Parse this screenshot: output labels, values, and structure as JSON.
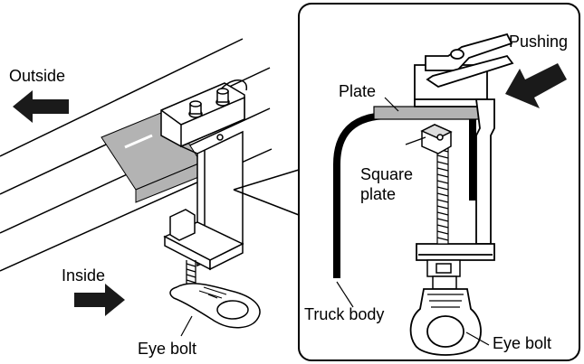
{
  "labels": {
    "outside": "Outside",
    "inside": "Inside",
    "eye_bolt_left": "Eye bolt",
    "pushing": "Pushing",
    "plate": "Plate",
    "square_plate_line1": "Square",
    "square_plate_line2": "plate",
    "truck_body": "Truck body",
    "eye_bolt_right": "Eye bolt"
  },
  "colors": {
    "line": "#000000",
    "plate_fill": "#b3b3b3",
    "arrow_fill": "#1a1a1a",
    "background": "#ffffff"
  },
  "icons": {
    "outside_arrow": "arrow-left-icon",
    "inside_arrow": "arrow-right-icon",
    "pushing_arrow": "arrow-down-left-icon"
  }
}
